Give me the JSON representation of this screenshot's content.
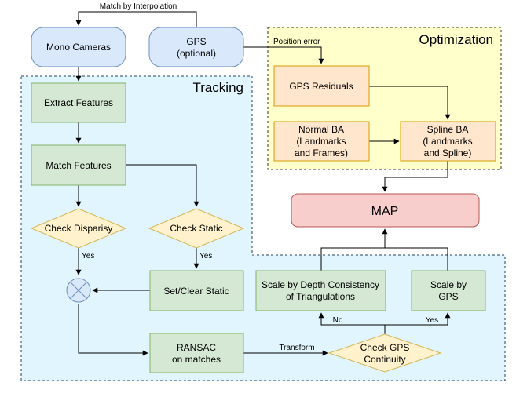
{
  "regions": {
    "tracking": {
      "label": "Tracking"
    },
    "optimization": {
      "label": "Optimization"
    }
  },
  "nodes": {
    "mono_cameras": {
      "label": "Mono Cameras"
    },
    "gps": {
      "line1": "GPS",
      "line2": "(optional)"
    },
    "extract_features": {
      "label": "Extract Features"
    },
    "match_features": {
      "label": "Match Features"
    },
    "check_disparity": {
      "label": "Check Disparisy"
    },
    "check_static": {
      "label": "Check Static"
    },
    "set_clear_static": {
      "label": "Set/Clear Static"
    },
    "ransac": {
      "line1": "RANSAC",
      "line2": "on matches"
    },
    "check_gps_continuity": {
      "line1": "Check GPS",
      "line2": "Continuity"
    },
    "scale_depth": {
      "line1": "Scale by Depth Consistency",
      "line2": "of Triangulations"
    },
    "scale_gps": {
      "line1": "Scale by",
      "line2": "GPS"
    },
    "gps_residuals": {
      "label": "GPS Residuals"
    },
    "normal_ba": {
      "line1": "Normal BA",
      "line2": "(Landmarks",
      "line3": "and Frames)"
    },
    "spline_ba": {
      "line1": "Spline BA",
      "line2": "(Landmarks",
      "line3": "and Spline)"
    },
    "map": {
      "label": "MAP"
    }
  },
  "edges": {
    "match_by_interpolation": "Match by Interpolation",
    "position_error": "Position error",
    "yes_disparity": "Yes",
    "yes_static": "Yes",
    "transform": "Transform",
    "no": "No",
    "yes_gps": "Yes"
  },
  "colors": {
    "green_fill": "#d5e8d4",
    "green_stroke": "#82b366",
    "yellow_fill": "#fff2cc",
    "yellow_stroke": "#d6b656",
    "blue_fill": "#dae8fc",
    "blue_stroke": "#6c8ebf",
    "orange_fill": "#ffe6cc",
    "orange_stroke": "#d79b00",
    "red_fill": "#f8cecc",
    "red_stroke": "#b85450",
    "tracking_fill": "#e1f5fe",
    "tracking_stroke": "#23445d",
    "optimization_fill": "#ffffcc",
    "optimization_stroke": "#333333"
  }
}
